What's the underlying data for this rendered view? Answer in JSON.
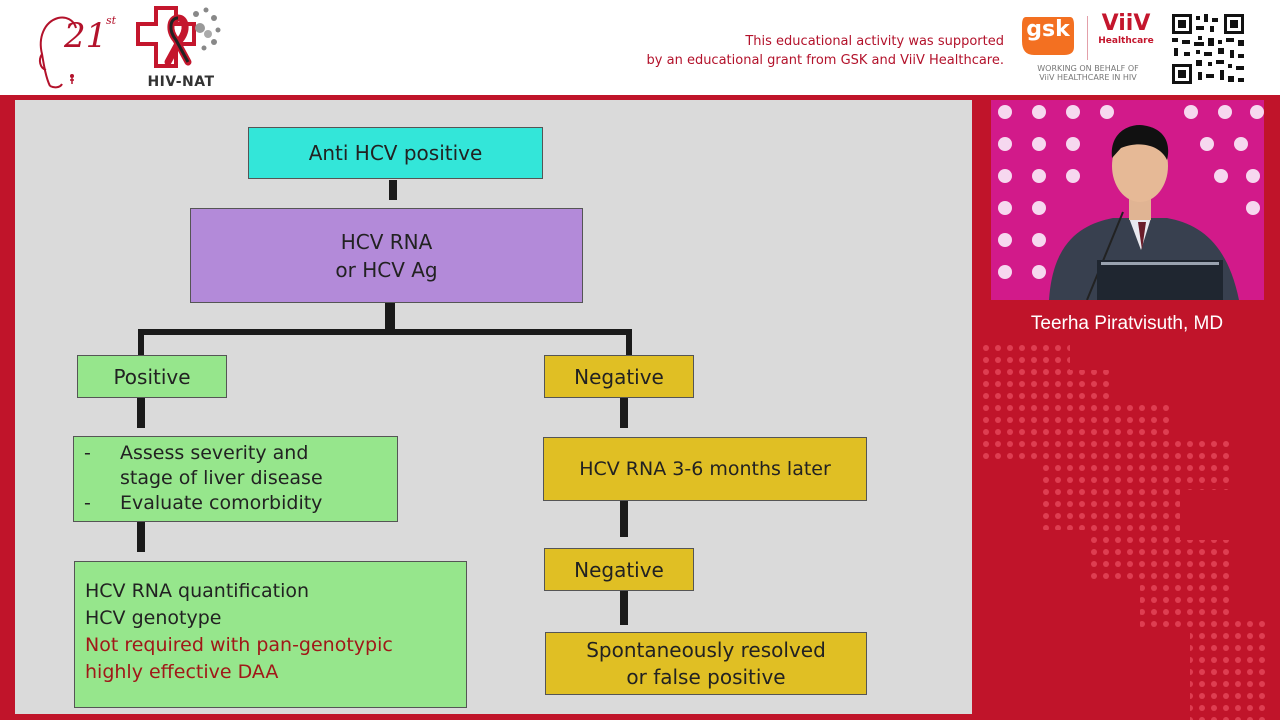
{
  "header": {
    "event_logo_number": "21",
    "event_logo_suffix": "st",
    "org_logo_label": "HIV-NAT",
    "support_line1": "This educational activity was supported",
    "support_line2": "by an educational grant from GSK and ViiV Healthcare.",
    "gsk_logo": "gsk",
    "viiv_logo": "ViiV",
    "viiv_logo_sub": "Healthcare",
    "working_line1": "WORKING ON BEHALF OF",
    "working_line2": "ViiV HEALTHCARE IN HIV"
  },
  "slide": {
    "anti_hcv": "Anti HCV positive",
    "test_line1": "HCV RNA",
    "test_line2": "or HCV Ag",
    "positive": "Positive",
    "negative": "Negative",
    "assess_1": "Assess severity  and",
    "assess_2": "stage of liver disease",
    "assess_3": "Evaluate comorbidity",
    "bullet": "-",
    "quant_1": "HCV RNA quantification",
    "quant_2": "HCV genotype",
    "quant_3": "Not required with pan-genotypic",
    "quant_4": "highly effective DAA",
    "repeat_test": "HCV RNA 3-6 months later",
    "negative_2": "Negative",
    "resolved_1": "Spontaneously resolved",
    "resolved_2": "or false positive"
  },
  "speaker": {
    "name": "Teerha Piratvisuth, MD"
  },
  "colors": {
    "brand_red": "#c0142a",
    "cyan": "#33e6d9",
    "purple": "#b38ad9",
    "green": "#96e68c",
    "gold": "#e0bf24"
  }
}
